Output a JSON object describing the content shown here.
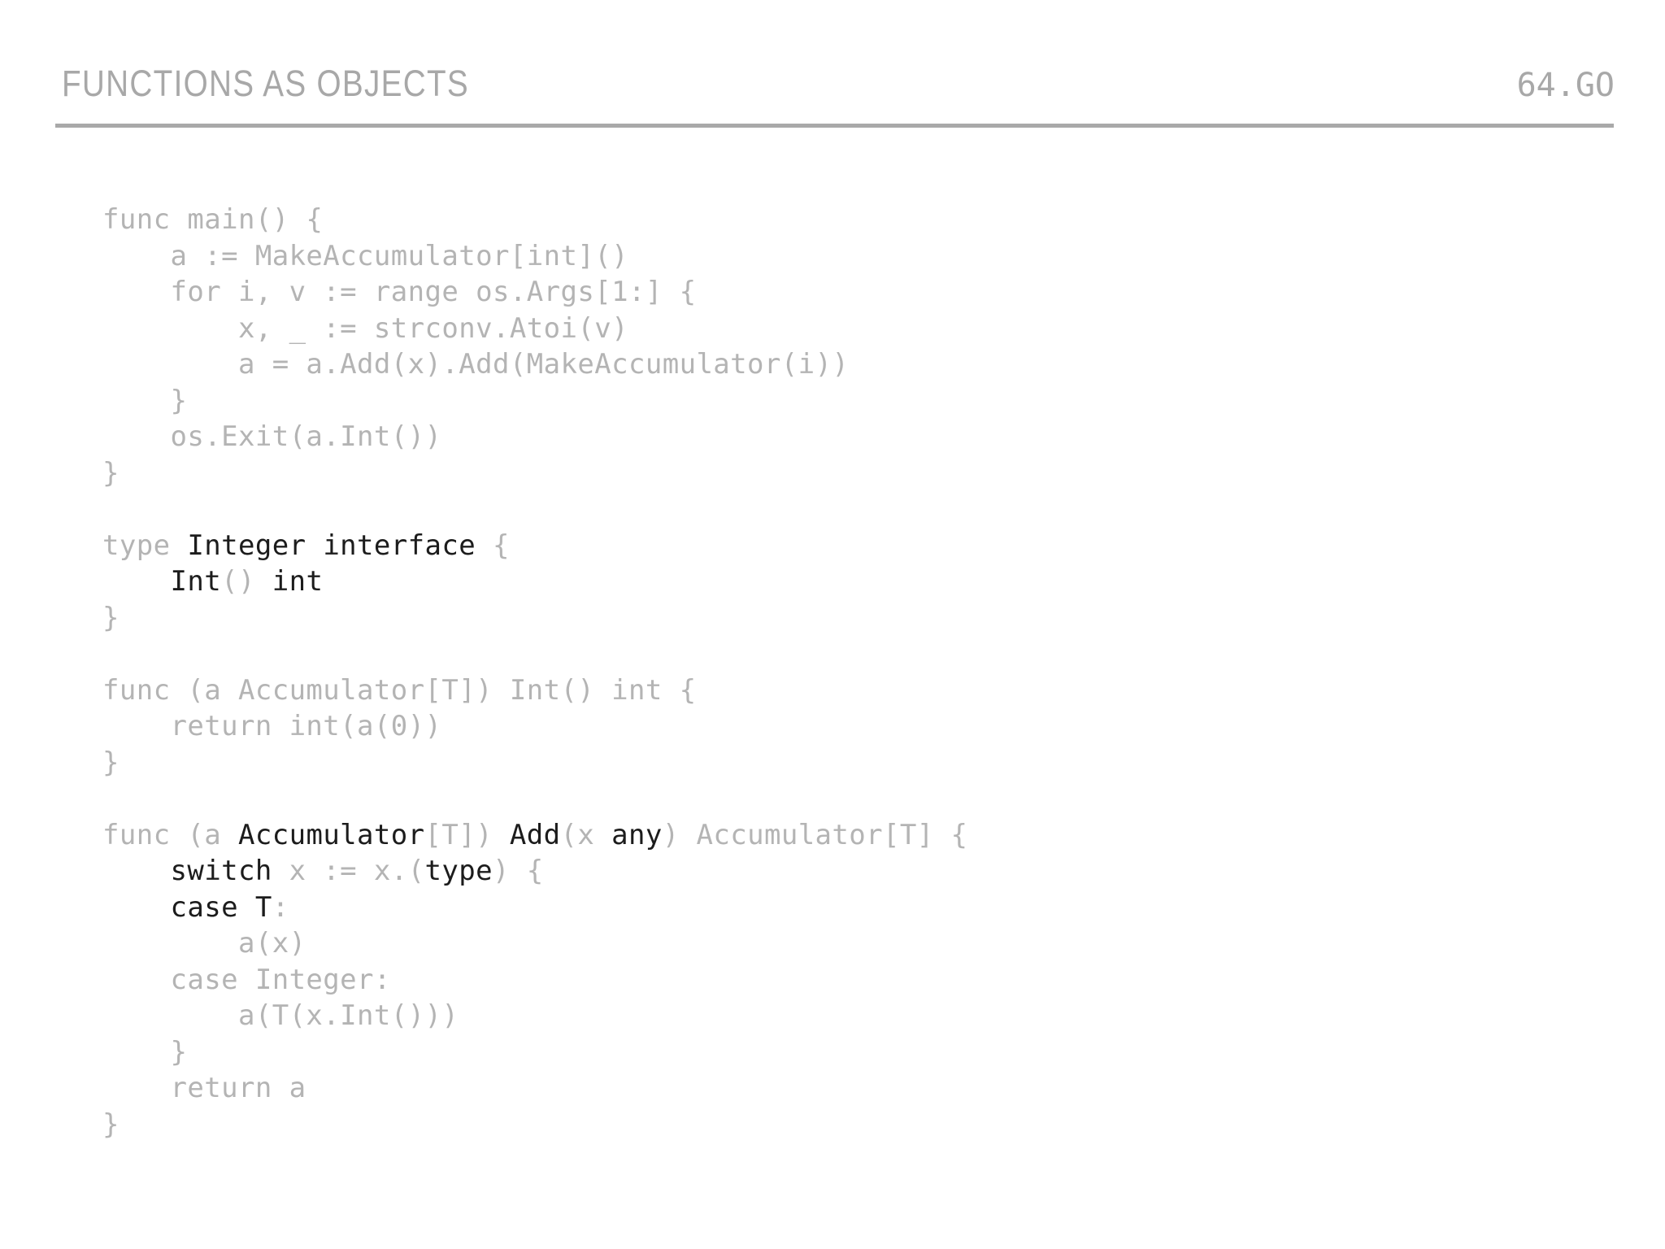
{
  "header": {
    "title": "FUNCTIONS AS OBJECTS",
    "slide_number": "64.GO",
    "title_color": "#a8a8a8",
    "rule_color": "#a9a9a9"
  },
  "theme": {
    "background": "#ffffff",
    "dim_code_color": "#b4b4b4",
    "highlight_code_color": "#1c1c1c"
  },
  "code": {
    "language": "go",
    "lines": [
      {
        "segments": [
          {
            "t": "func main() {",
            "h": false
          }
        ]
      },
      {
        "segments": [
          {
            "t": "    a := MakeAccumulator[int]()",
            "h": false
          }
        ]
      },
      {
        "segments": [
          {
            "t": "    for i, v := range os.Args[1:] {",
            "h": false
          }
        ]
      },
      {
        "segments": [
          {
            "t": "        x, _ := strconv.Atoi(v)",
            "h": false
          }
        ]
      },
      {
        "segments": [
          {
            "t": "        a = a.Add(x).Add(MakeAccumulator(i))",
            "h": false
          }
        ]
      },
      {
        "segments": [
          {
            "t": "    }",
            "h": false
          }
        ]
      },
      {
        "segments": [
          {
            "t": "    os.Exit(a.Int())",
            "h": false
          }
        ]
      },
      {
        "segments": [
          {
            "t": "}",
            "h": false
          }
        ]
      },
      {
        "segments": [
          {
            "t": "",
            "h": false
          }
        ]
      },
      {
        "segments": [
          {
            "t": "type ",
            "h": false
          },
          {
            "t": "Integer interface",
            "h": true
          },
          {
            "t": " {",
            "h": false
          }
        ]
      },
      {
        "segments": [
          {
            "t": "    ",
            "h": false
          },
          {
            "t": "Int",
            "h": true
          },
          {
            "t": "() ",
            "h": false
          },
          {
            "t": "int",
            "h": true
          }
        ]
      },
      {
        "segments": [
          {
            "t": "}",
            "h": false
          }
        ]
      },
      {
        "segments": [
          {
            "t": "",
            "h": false
          }
        ]
      },
      {
        "segments": [
          {
            "t": "func (a Accumulator[T]) Int() int {",
            "h": false
          }
        ]
      },
      {
        "segments": [
          {
            "t": "    return int(a(0))",
            "h": false
          }
        ]
      },
      {
        "segments": [
          {
            "t": "}",
            "h": false
          }
        ]
      },
      {
        "segments": [
          {
            "t": "",
            "h": false
          }
        ]
      },
      {
        "segments": [
          {
            "t": "func (a ",
            "h": false
          },
          {
            "t": "Accumulator",
            "h": true
          },
          {
            "t": "[T]) ",
            "h": false
          },
          {
            "t": "Add",
            "h": true
          },
          {
            "t": "(x ",
            "h": false
          },
          {
            "t": "any",
            "h": true
          },
          {
            "t": ") Accumulator[T] {",
            "h": false
          }
        ]
      },
      {
        "segments": [
          {
            "t": "    ",
            "h": false
          },
          {
            "t": "switch",
            "h": true
          },
          {
            "t": " x := x.(",
            "h": false
          },
          {
            "t": "type",
            "h": true
          },
          {
            "t": ") {",
            "h": false
          }
        ]
      },
      {
        "segments": [
          {
            "t": "    ",
            "h": false
          },
          {
            "t": "case T",
            "h": true
          },
          {
            "t": ":",
            "h": false
          }
        ]
      },
      {
        "segments": [
          {
            "t": "        a(x)",
            "h": false
          }
        ]
      },
      {
        "segments": [
          {
            "t": "    case Integer:",
            "h": false
          }
        ]
      },
      {
        "segments": [
          {
            "t": "        a(T(x.Int()))",
            "h": false
          }
        ]
      },
      {
        "segments": [
          {
            "t": "    }",
            "h": false
          }
        ]
      },
      {
        "segments": [
          {
            "t": "    return a",
            "h": false
          }
        ]
      },
      {
        "segments": [
          {
            "t": "}",
            "h": false
          }
        ]
      }
    ]
  }
}
